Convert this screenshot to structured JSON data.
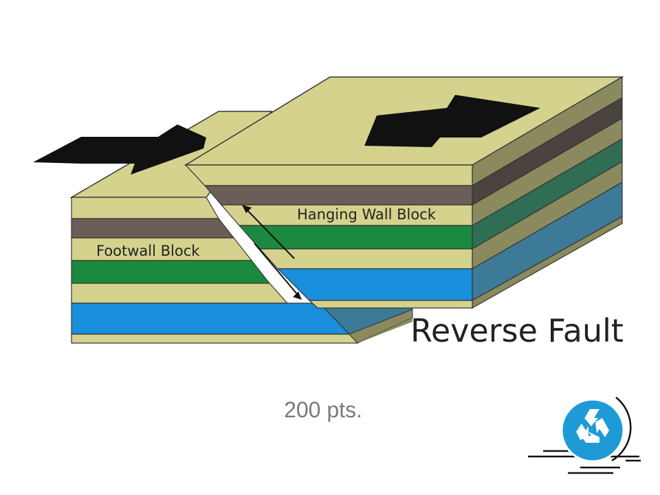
{
  "diagram": {
    "title": "Reverse Fault",
    "footwall_label": "Footwall Block",
    "hanging_wall_label": "Hanging Wall Block"
  },
  "slide": {
    "points_label": "200 pts."
  },
  "colors": {
    "tan": "#d4d28d",
    "brown": "#6b5e58",
    "green": "#1b8a40",
    "blue": "#1a8fdc",
    "tan_side": "#8a8a5e",
    "brown_side": "#4a433f",
    "green_side": "#2f6e55",
    "blue_side": "#3d7a98",
    "recycle_blue": "#1e9bd7"
  },
  "icons": {
    "recycle": "recycle-icon"
  }
}
